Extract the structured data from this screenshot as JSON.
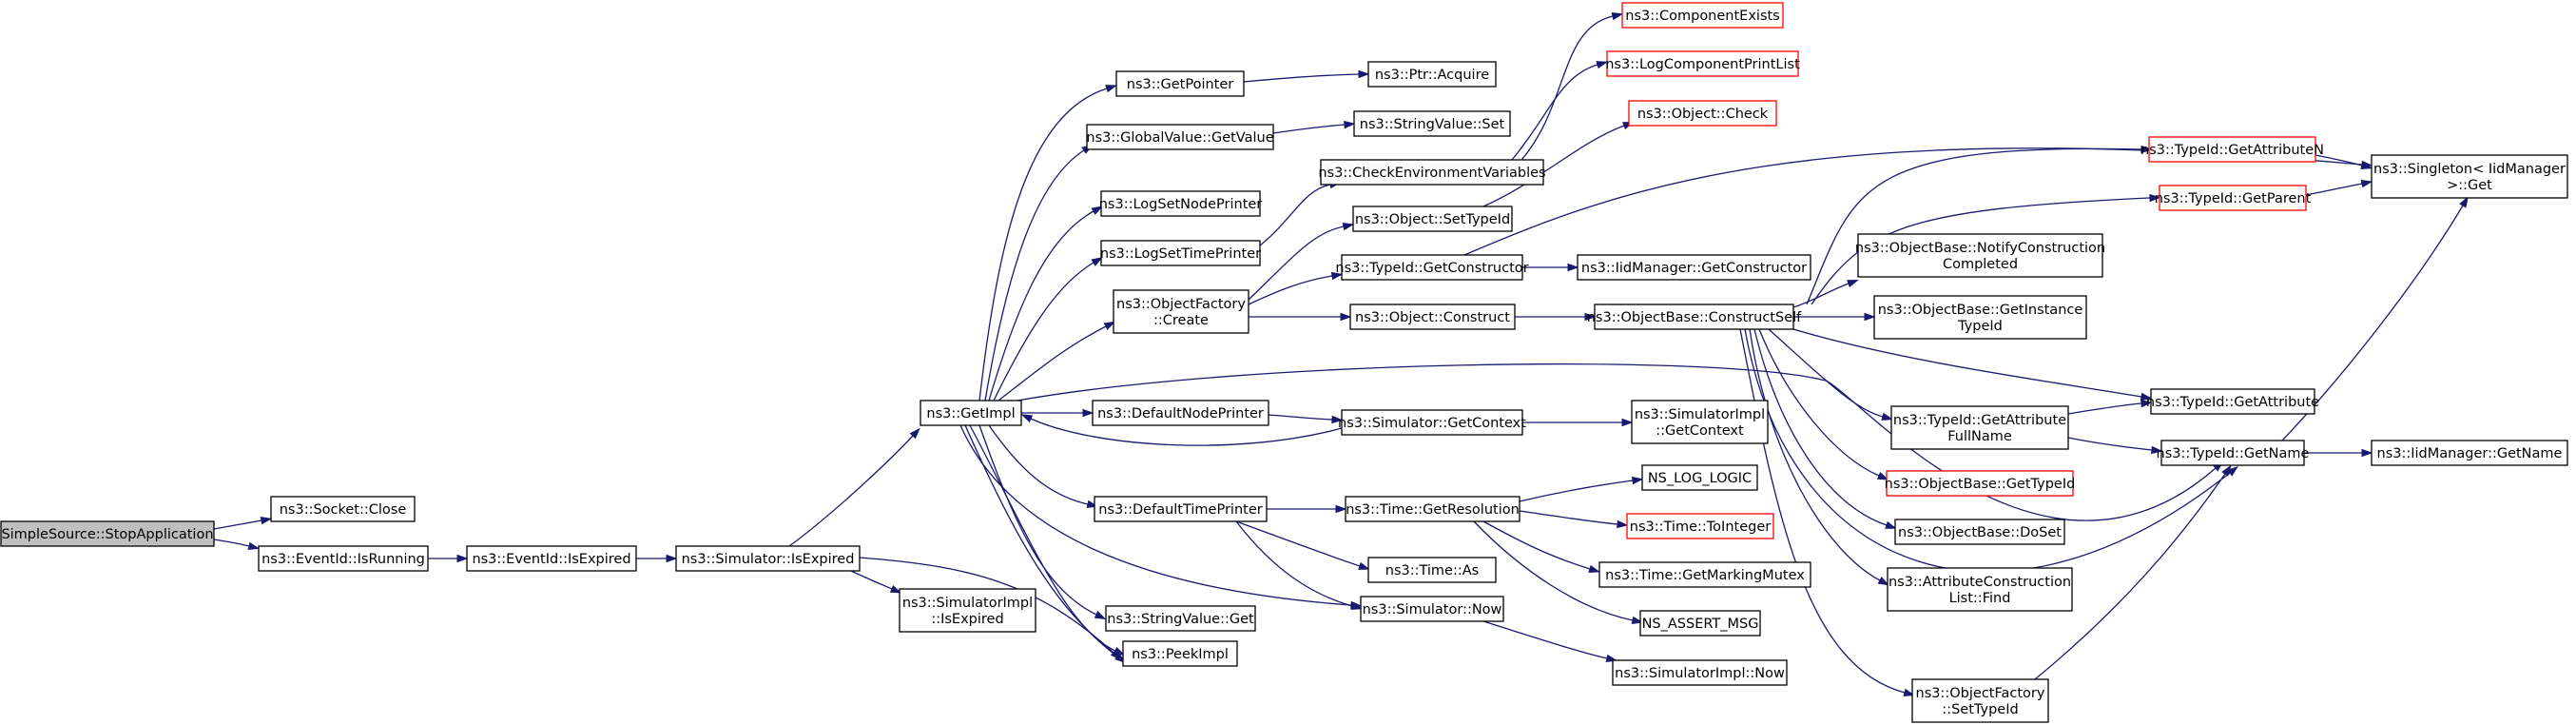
{
  "nodes": [
    {
      "id": "root",
      "lines": [
        "SimpleSource::StopApplication"
      ],
      "style": "root"
    },
    {
      "id": "sock_close",
      "lines": [
        "ns3::Socket::Close"
      ]
    },
    {
      "id": "ev_running",
      "lines": [
        "ns3::EventId::IsRunning"
      ]
    },
    {
      "id": "ev_expired",
      "lines": [
        "ns3::EventId::IsExpired"
      ]
    },
    {
      "id": "sim_isexp",
      "lines": [
        "ns3::Simulator::IsExpired"
      ]
    },
    {
      "id": "simimpl_isexp",
      "lines": [
        "ns3::SimulatorImpl",
        "::IsExpired"
      ]
    },
    {
      "id": "peekimpl",
      "lines": [
        "ns3::PeekImpl"
      ]
    },
    {
      "id": "getimpl",
      "lines": [
        "ns3::GetImpl"
      ]
    },
    {
      "id": "getpointer",
      "lines": [
        "ns3::GetPointer"
      ]
    },
    {
      "id": "ptr_acquire",
      "lines": [
        "ns3::Ptr::Acquire"
      ]
    },
    {
      "id": "gv_getvalue",
      "lines": [
        "ns3::GlobalValue::GetValue"
      ]
    },
    {
      "id": "sv_set",
      "lines": [
        "ns3::StringValue::Set"
      ]
    },
    {
      "id": "logsetnode",
      "lines": [
        "ns3::LogSetNodePrinter"
      ]
    },
    {
      "id": "logsettime",
      "lines": [
        "ns3::LogSetTimePrinter"
      ]
    },
    {
      "id": "checkenv",
      "lines": [
        "ns3::CheckEnvironmentVariables"
      ]
    },
    {
      "id": "compexists",
      "lines": [
        "ns3::ComponentExists"
      ],
      "style": "red"
    },
    {
      "id": "logcompprint",
      "lines": [
        "ns3::LogComponentPrintList"
      ],
      "style": "red"
    },
    {
      "id": "objcheck",
      "lines": [
        "ns3::Object::Check"
      ],
      "style": "red"
    },
    {
      "id": "obj_settypeid",
      "lines": [
        "ns3::Object::SetTypeId"
      ]
    },
    {
      "id": "objfactory_create",
      "lines": [
        "ns3::ObjectFactory",
        "::Create"
      ]
    },
    {
      "id": "typeid_getctor",
      "lines": [
        "ns3::TypeId::GetConstructor"
      ]
    },
    {
      "id": "iidmgr_getctor",
      "lines": [
        "ns3::IidManager::GetConstructor"
      ]
    },
    {
      "id": "obj_construct",
      "lines": [
        "ns3::Object::Construct"
      ]
    },
    {
      "id": "ob_constructself",
      "lines": [
        "ns3::ObjectBase::ConstructSelf"
      ]
    },
    {
      "id": "ob_notify",
      "lines": [
        "ns3::ObjectBase::NotifyConstruction",
        "Completed"
      ]
    },
    {
      "id": "ob_getinstance",
      "lines": [
        "ns3::ObjectBase::GetInstance",
        "TypeId"
      ]
    },
    {
      "id": "typeid_getattrn",
      "lines": [
        "ns3::TypeId::GetAttributeN"
      ],
      "style": "red"
    },
    {
      "id": "typeid_getparent",
      "lines": [
        "ns3::TypeId::GetParent"
      ],
      "style": "red"
    },
    {
      "id": "singleton_get",
      "lines": [
        "ns3::Singleton< IidManager",
        " >::Get"
      ]
    },
    {
      "id": "typeid_getattr",
      "lines": [
        "ns3::TypeId::GetAttribute"
      ]
    },
    {
      "id": "typeid_getattrfull",
      "lines": [
        "ns3::TypeId::GetAttribute",
        "FullName"
      ]
    },
    {
      "id": "typeid_getname",
      "lines": [
        "ns3::TypeId::GetName"
      ]
    },
    {
      "id": "iidmgr_getname",
      "lines": [
        "ns3::IidManager::GetName"
      ]
    },
    {
      "id": "ob_gettypeid",
      "lines": [
        "ns3::ObjectBase::GetTypeId"
      ],
      "style": "red"
    },
    {
      "id": "ob_doset",
      "lines": [
        "ns3::ObjectBase::DoSet"
      ]
    },
    {
      "id": "attrconst_find",
      "lines": [
        "ns3::AttributeConstruction",
        "List::Find"
      ]
    },
    {
      "id": "objfactory_settypeid",
      "lines": [
        "ns3::ObjectFactory",
        "::SetTypeId"
      ]
    },
    {
      "id": "defnodeprinter",
      "lines": [
        "ns3::DefaultNodePrinter"
      ]
    },
    {
      "id": "sim_getcontext",
      "lines": [
        "ns3::Simulator::GetContext"
      ]
    },
    {
      "id": "simimpl_getcontext",
      "lines": [
        "ns3::SimulatorImpl",
        "::GetContext"
      ]
    },
    {
      "id": "deftimeprinter",
      "lines": [
        "ns3::DefaultTimePrinter"
      ]
    },
    {
      "id": "time_getres",
      "lines": [
        "ns3::Time::GetResolution"
      ]
    },
    {
      "id": "ns_log_logic",
      "lines": [
        "NS_LOG_LOGIC"
      ]
    },
    {
      "id": "time_tointeger",
      "lines": [
        "ns3::Time::ToInteger"
      ],
      "style": "red"
    },
    {
      "id": "time_as",
      "lines": [
        "ns3::Time::As"
      ]
    },
    {
      "id": "time_getmutex",
      "lines": [
        "ns3::Time::GetMarkingMutex"
      ]
    },
    {
      "id": "ns_assert_msg",
      "lines": [
        "NS_ASSERT_MSG"
      ]
    },
    {
      "id": "sv_get",
      "lines": [
        "ns3::StringValue::Get"
      ]
    },
    {
      "id": "sim_now",
      "lines": [
        "ns3::Simulator::Now"
      ]
    },
    {
      "id": "simimpl_now",
      "lines": [
        "ns3::SimulatorImpl::Now"
      ]
    }
  ]
}
